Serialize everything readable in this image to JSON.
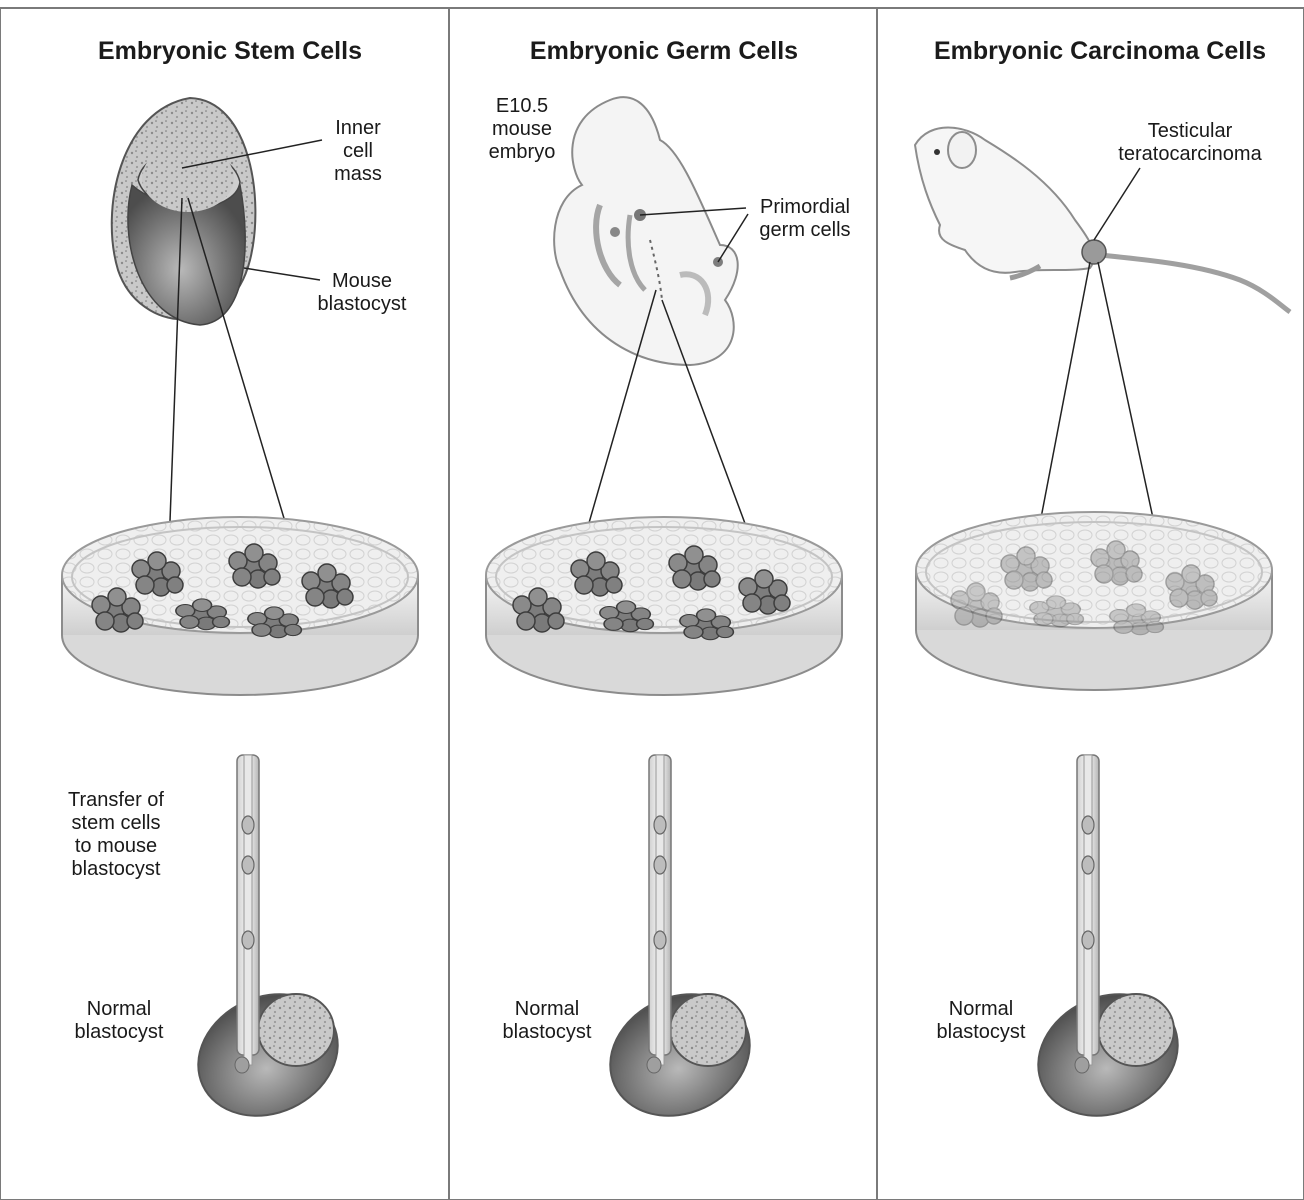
{
  "panels": [
    {
      "title": "Embryonic Stem Cells",
      "source_labels": [
        "Inner\ncell\nmass",
        "Mouse\nblastocyst"
      ],
      "transfer_label": "Transfer of\nstem cells\nto mouse\nblastocyst",
      "target_label": "Normal\nblastocyst"
    },
    {
      "title": "Embryonic Germ Cells",
      "source_labels": [
        "E10.5\nmouse\nembryo",
        "Primordial\ngerm cells"
      ],
      "target_label": "Normal\nblastocyst"
    },
    {
      "title": "Embryonic Carcinoma Cells",
      "source_labels": [
        "Testicular\nteratocarcinoma"
      ],
      "target_label": "Normal\nblastocyst"
    }
  ]
}
